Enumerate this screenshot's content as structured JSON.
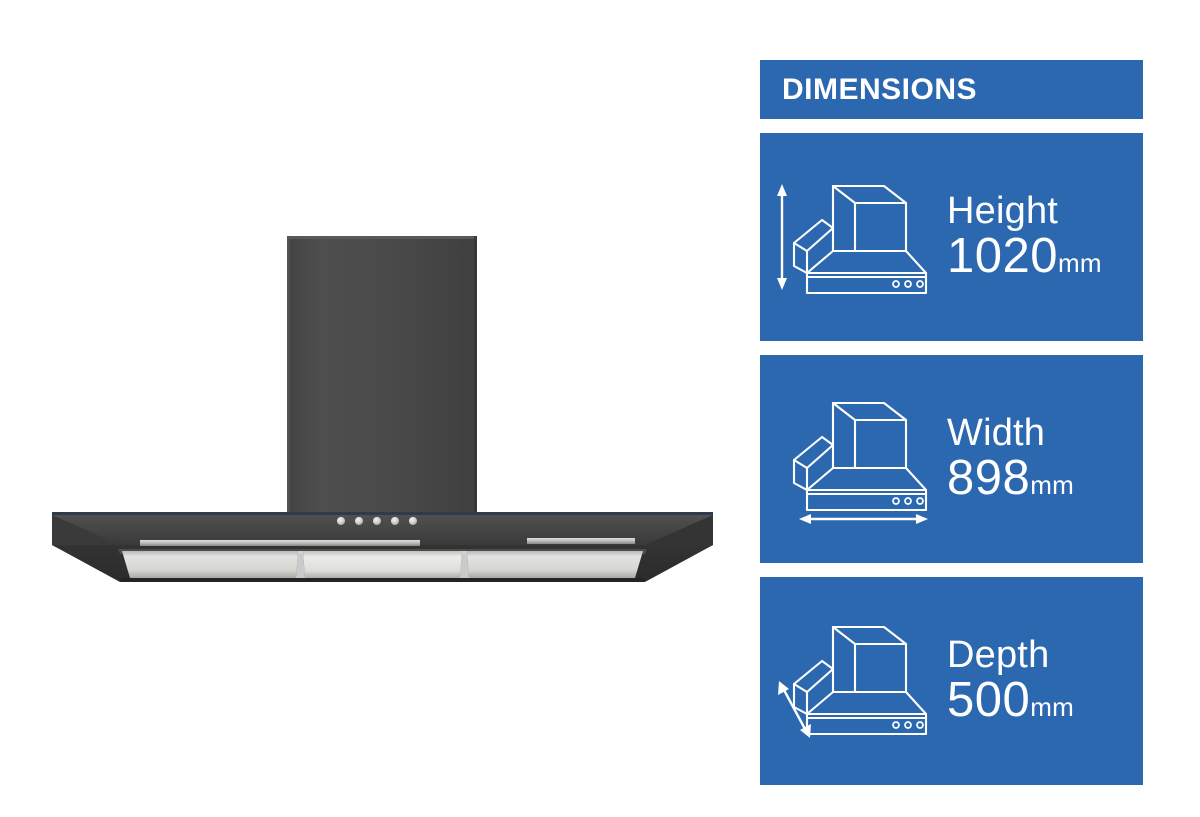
{
  "colors": {
    "panel_blue": "#2b68b0",
    "card_text": "#ffffff",
    "page_background": "#ffffff",
    "hood_body_dark": "#4a4a4a",
    "hood_canopy_dark": "#3d3d3d",
    "hood_filter_silver": "#d4d4d2"
  },
  "product": {
    "name": "chimney-cooker-hood",
    "chimney": {
      "icon": "chimney-flue"
    },
    "canopy": {
      "icon": "hood-canopy"
    },
    "control_buttons": [
      "button-1",
      "button-2",
      "button-3",
      "button-4",
      "button-5"
    ],
    "filter_panels": [
      "filter-left",
      "filter-center",
      "filter-right"
    ]
  },
  "dimensions_panel": {
    "header": {
      "title": "DIMENSIONS"
    },
    "cards": [
      {
        "id": "height",
        "label": "Height",
        "value": "1020",
        "unit": "mm",
        "icon": "cooker-hood-height-icon",
        "arrow": "vertical-double-arrow"
      },
      {
        "id": "width",
        "label": "Width",
        "value": "898",
        "unit": "mm",
        "icon": "cooker-hood-width-icon",
        "arrow": "horizontal-double-arrow"
      },
      {
        "id": "depth",
        "label": "Depth",
        "value": "500",
        "unit": "mm",
        "icon": "cooker-hood-depth-icon",
        "arrow": "diagonal-double-arrow"
      }
    ]
  }
}
